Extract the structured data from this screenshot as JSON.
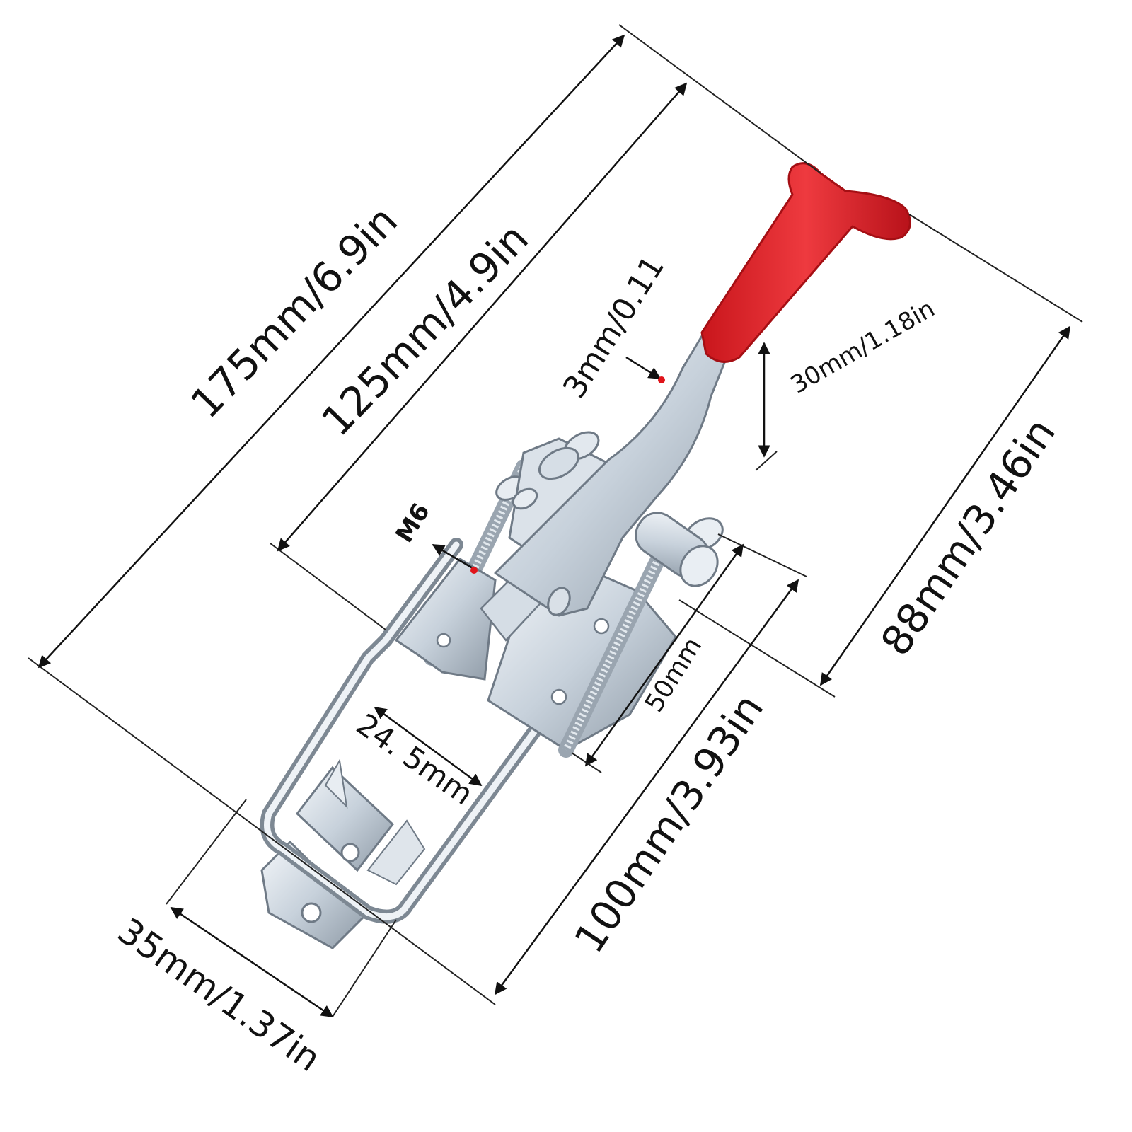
{
  "dimensions": {
    "overall_length": "175mm/6.9in",
    "base_length": "125mm/4.9in",
    "hook_length": "100mm/3.93in",
    "handle_height": "88mm/3.46in",
    "hook_width": "35mm/1.37in",
    "hook_inner_width": "24. 5mm",
    "bolt_spacing": "50mm",
    "plate_thickness": "3mm/0.11",
    "handle_grip_length": "30mm/1.18in",
    "bolt_thread": "M6"
  },
  "colors": {
    "handle_grip": "#e0262b",
    "metal": "#cfd8e1",
    "marker": "#e0141a",
    "lines": "#111111"
  }
}
